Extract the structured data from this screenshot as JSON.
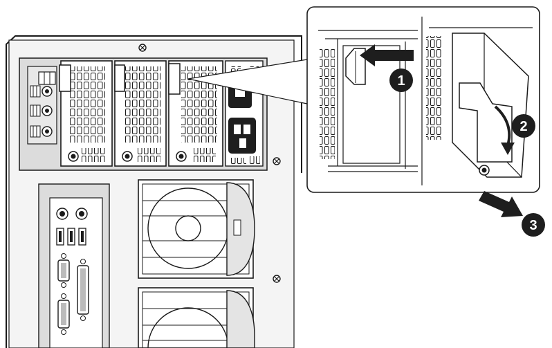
{
  "diagram": {
    "steps": [
      {
        "number": "1",
        "action": "push"
      },
      {
        "number": "2",
        "action": "rotate"
      },
      {
        "number": "3",
        "action": "pull"
      }
    ],
    "colors": {
      "line": "#1a1a1a",
      "panel_gray": "#d2d2d2",
      "chassis_gray": "#e6e6e6",
      "dark": "#1e1e1e",
      "white": "#ffffff"
    }
  }
}
